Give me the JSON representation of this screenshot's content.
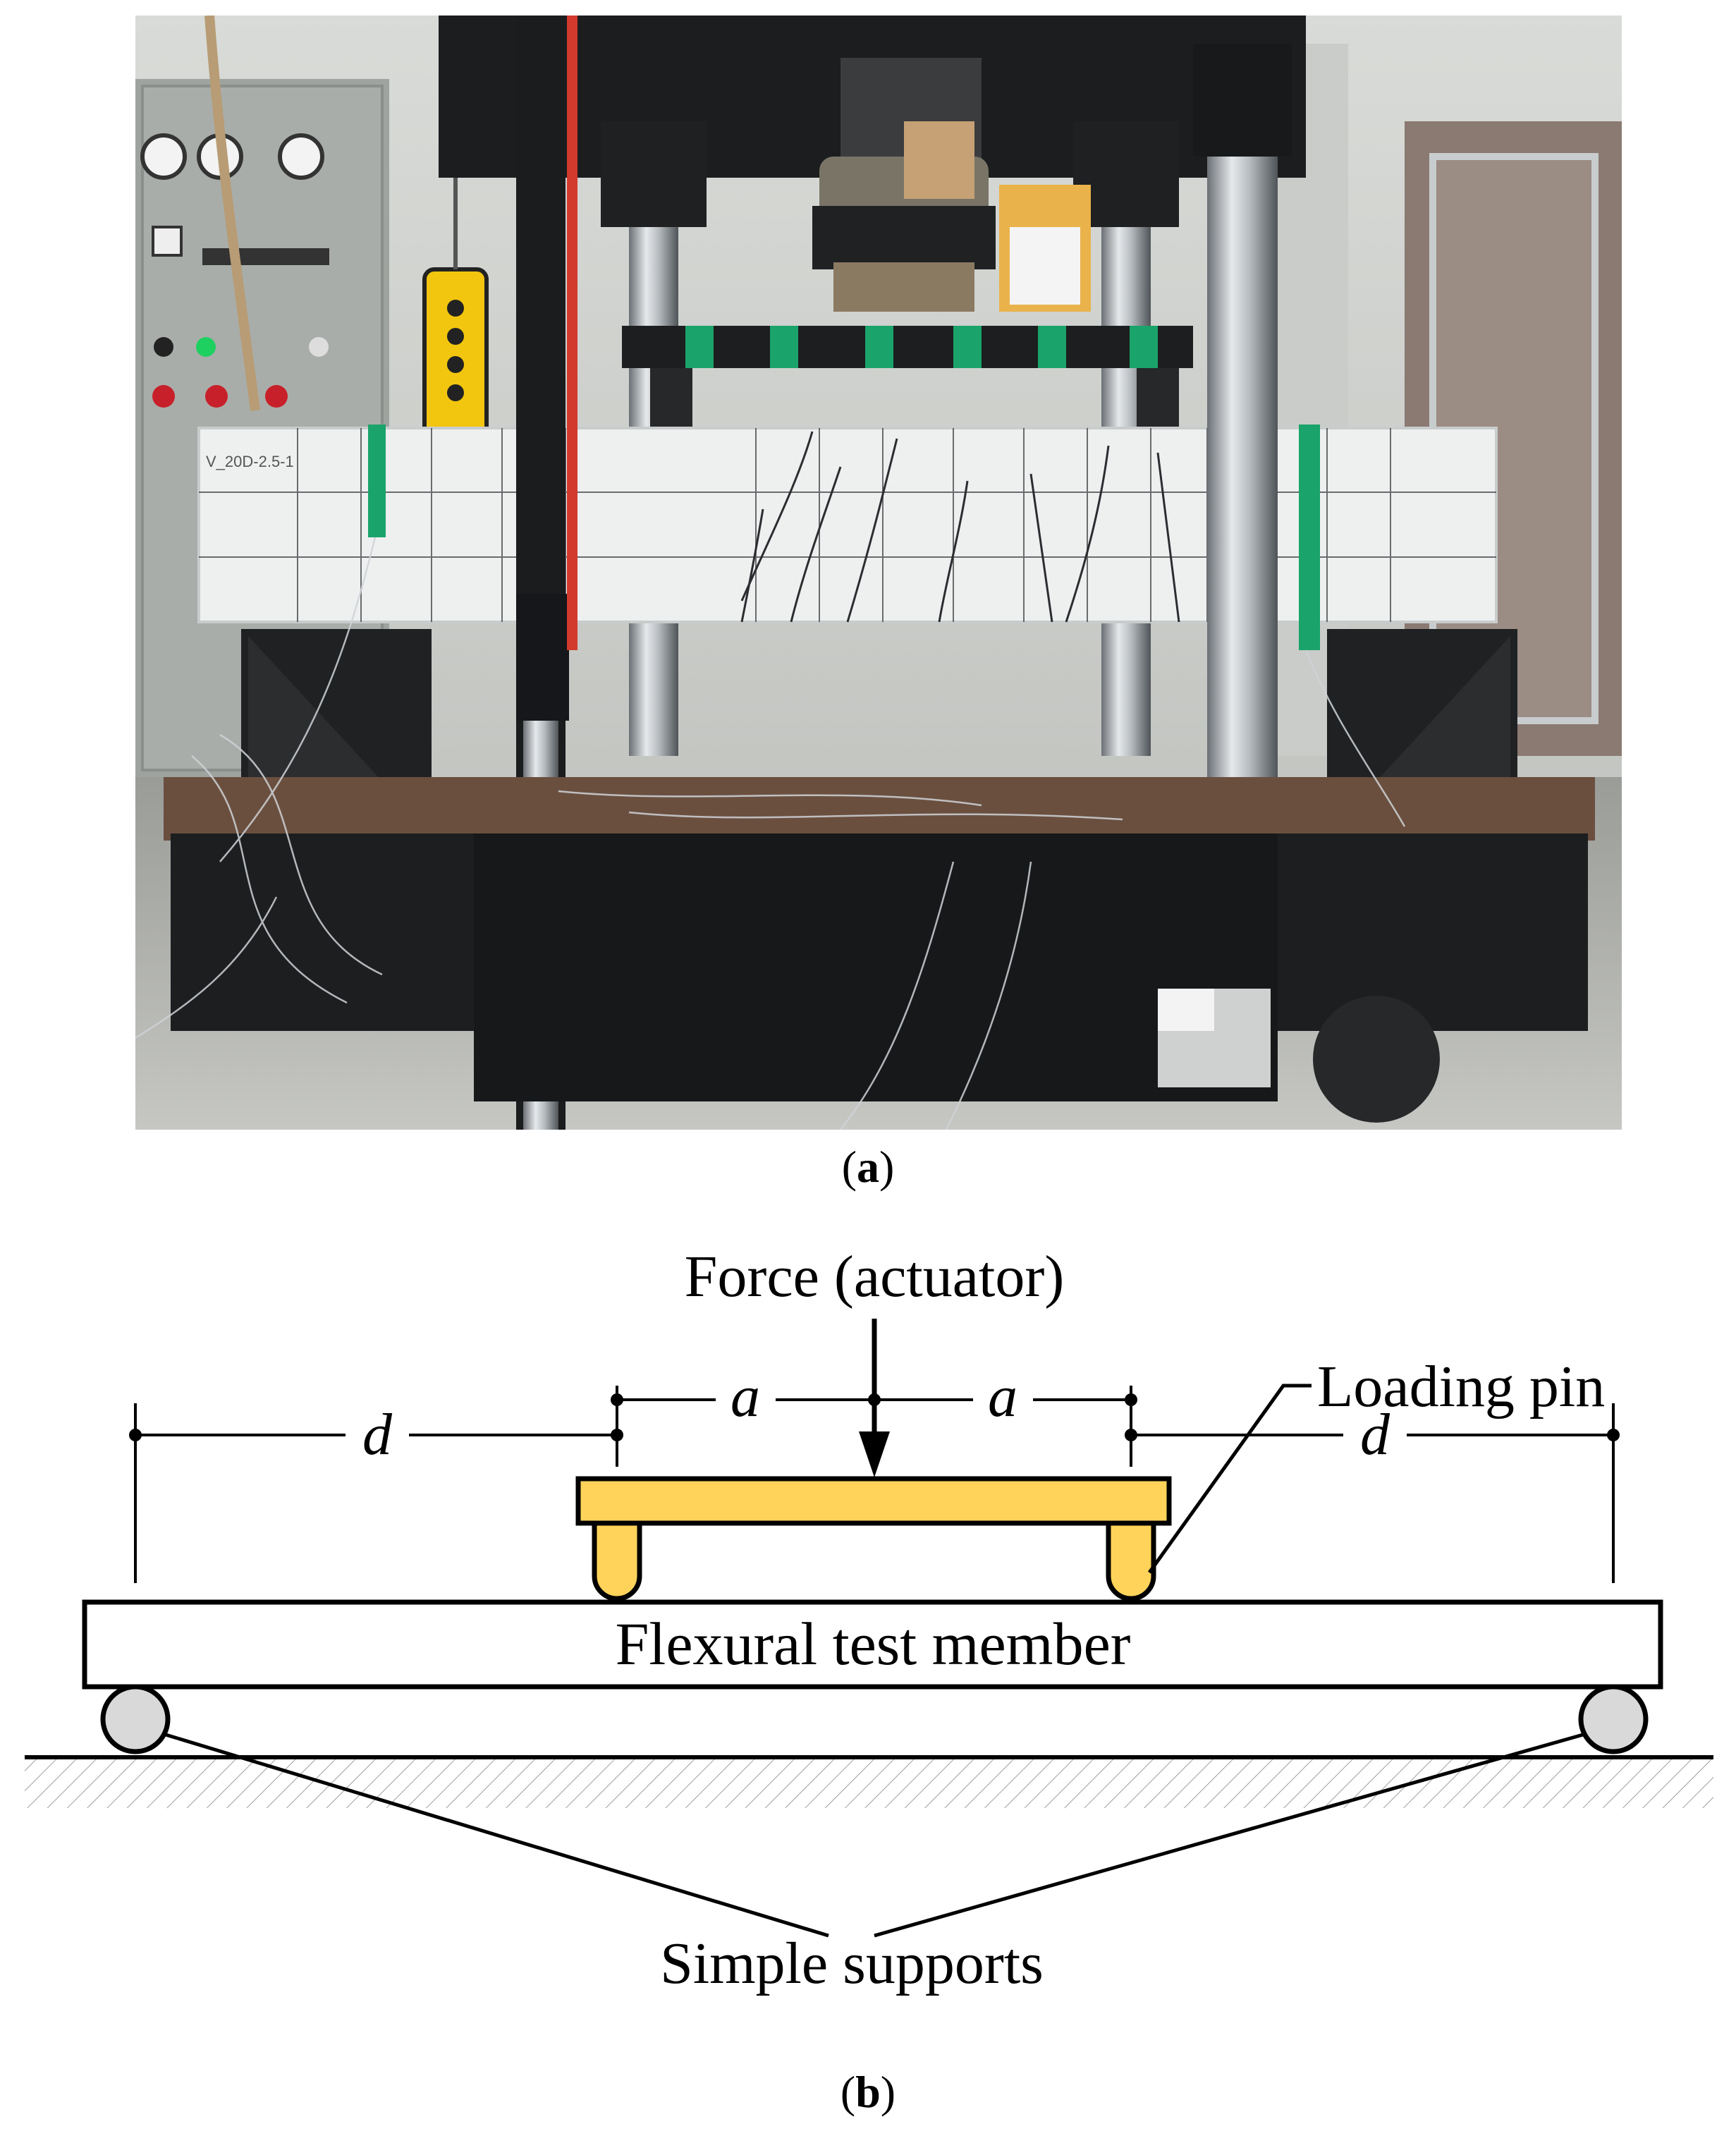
{
  "panel_a": {
    "caption_open": "(",
    "caption_letter": "a",
    "caption_close": ")",
    "specimen_tag": "V_20D-2.5-1"
  },
  "panel_b": {
    "caption_open": "(",
    "caption_letter": "b",
    "caption_close": ")",
    "force_label": "Force (actuator)",
    "loading_pin_label": "Loading pin",
    "member_label": "Flexural test member",
    "supports_label": "Simple supports",
    "dim_outer": "d",
    "dim_inner": "a"
  },
  "colors": {
    "loading_beam": "#ffd35a",
    "support_roller": "#d9d9d9",
    "green_tape": "#1aa36a",
    "steel_frame": "#1b1d1f",
    "concrete_beam": "#eef0f0"
  }
}
